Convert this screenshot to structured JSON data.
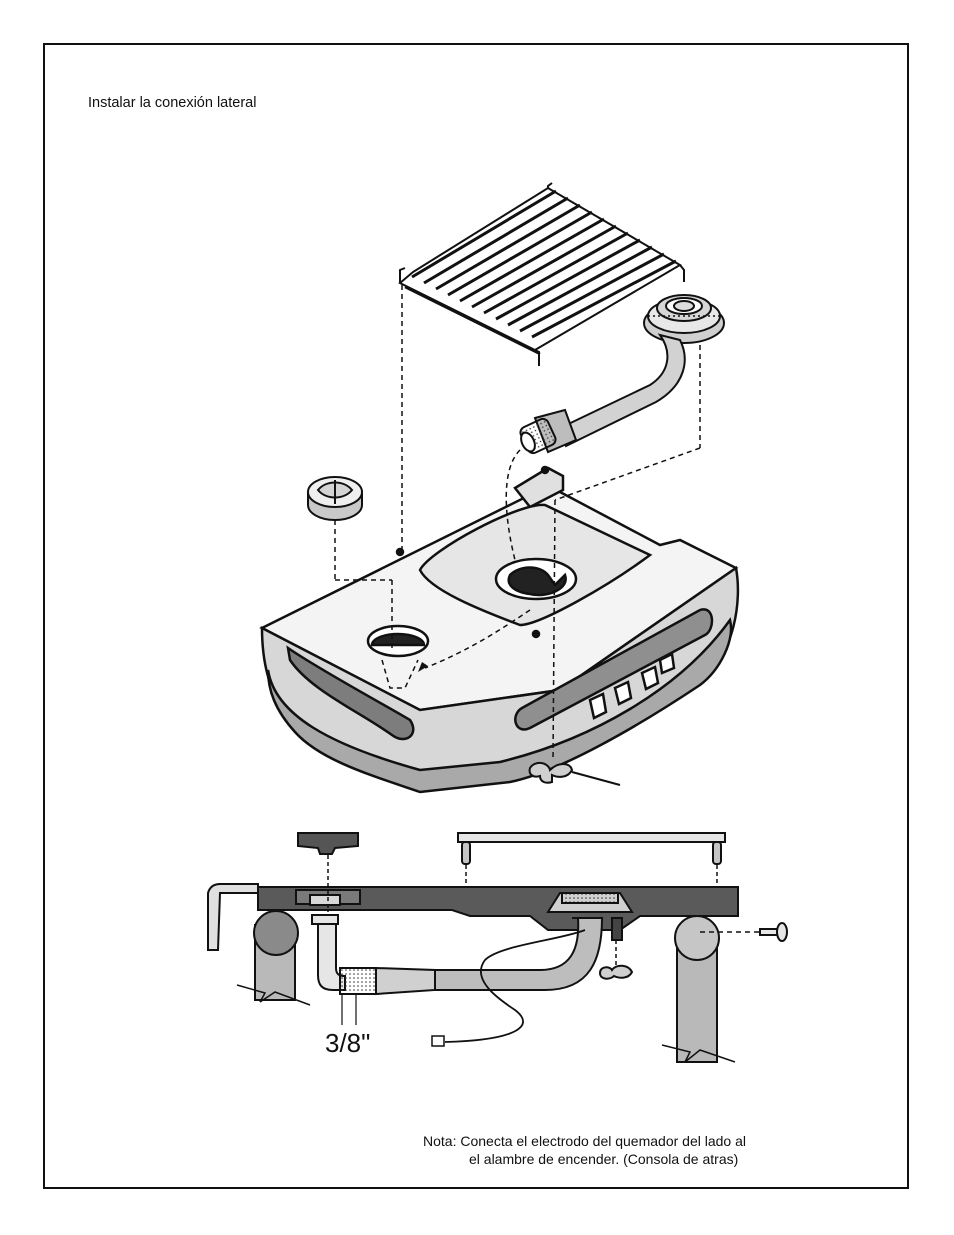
{
  "title": "Instalar la conexión lateral",
  "dimension_label": "3/8\"",
  "note": {
    "line1": "Nota:  Conecta el electrodo del quemador del lado al",
    "line2": "el alambre de encender. (Consola de atras)"
  },
  "colors": {
    "ink": "#111111",
    "shell_light": "#e4e4e4",
    "shell_mid": "#c9c9c9",
    "shell_dark": "#8f8f8f",
    "section_dark": "#555555"
  }
}
